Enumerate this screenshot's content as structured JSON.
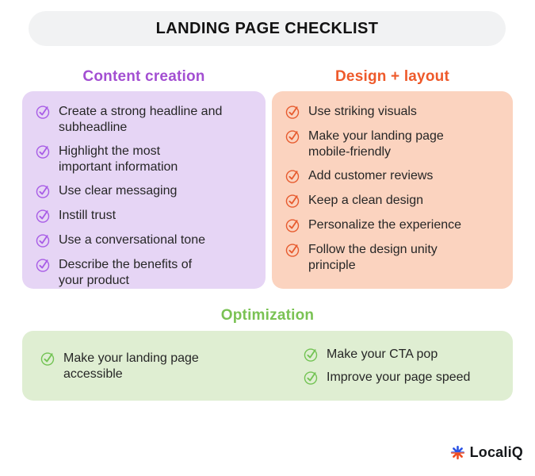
{
  "title": "LANDING PAGE CHECKLIST",
  "palette": {
    "page_bg": "#ffffff",
    "title_pill_bg": "#f1f2f3",
    "body_text": "#262626",
    "purple_header": "#a34fd2",
    "purple_card_bg": "#e6d5f5",
    "purple_check": "#a85ce6",
    "orange_header": "#ee5a2b",
    "orange_card_bg": "#fbd3bf",
    "orange_check": "#e75b2f",
    "green_header": "#7ac254",
    "green_card_bg": "#dfeed2",
    "green_check": "#72c353",
    "logo_blue": "#2d55e5",
    "logo_orange": "#f04e23"
  },
  "sections": [
    {
      "label": "Content creation",
      "items": [
        "Create a strong headline and\nsubheadline",
        "Highlight the most\nimportant information",
        "Use clear messaging",
        "Instill trust",
        "Use a conversational tone",
        "Describe the benefits of\nyour product"
      ]
    },
    {
      "label": "Design + layout",
      "items": [
        "Use striking visuals",
        "Make your landing page\nmobile-friendly",
        "Add customer reviews",
        "Keep a clean design",
        "Personalize the experience",
        "Follow the design unity\nprinciple"
      ]
    },
    {
      "label": "Optimization",
      "columns": [
        [
          "Make your landing page\naccessible"
        ],
        [
          "Make your CTA pop",
          "Improve your page speed"
        ]
      ]
    }
  ],
  "footer": {
    "brand": "LocaliQ"
  }
}
